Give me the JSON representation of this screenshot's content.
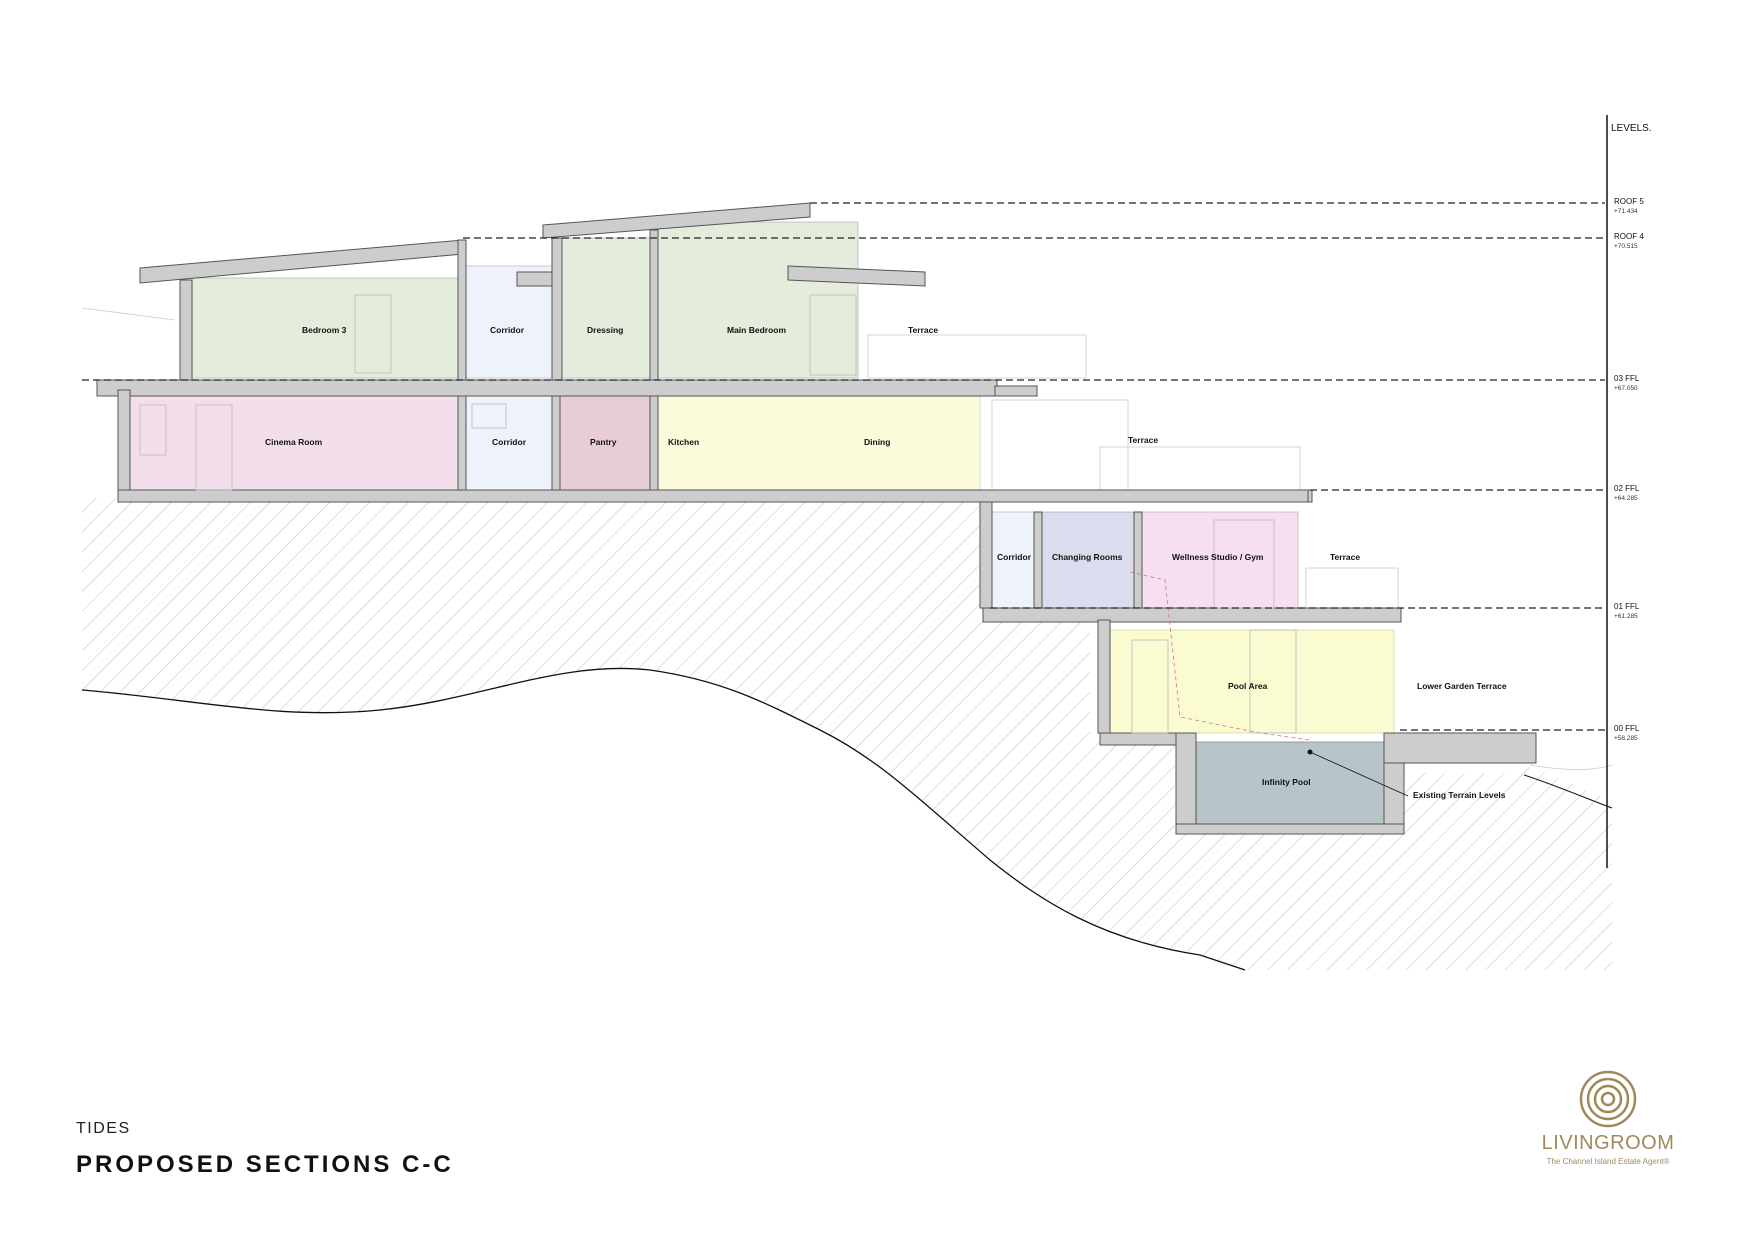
{
  "levels_header": "LEVELS.",
  "levels": [
    {
      "name": "ROOF 5",
      "value": "+71.434"
    },
    {
      "name": "ROOF 4",
      "value": "+70.515"
    },
    {
      "name": "03 FFL",
      "value": "+67.050"
    },
    {
      "name": "02 FFL",
      "value": "+64.285"
    },
    {
      "name": "01 FFL",
      "value": "+61.285"
    },
    {
      "name": "00 FFL",
      "value": "+58.285"
    }
  ],
  "rooms": {
    "bedroom3": "Bedroom 3",
    "corridor_top": "Corridor",
    "dressing": "Dressing",
    "main_bedroom": "Main Bedroom",
    "terrace_top": "Terrace",
    "cinema_room": "Cinema Room",
    "corridor_mid": "Corridor",
    "pantry": "Pantry",
    "kitchen": "Kitchen",
    "dining": "Dining",
    "terrace_mid": "Terrace",
    "corridor_low": "Corridor",
    "changing_rooms": "Changing Rooms",
    "wellness": "Wellness Studio / Gym",
    "terrace_low": "Terrace",
    "pool_area": "Pool Area",
    "lower_garden_terrace": "Lower Garden Terrace",
    "infinity_pool": "Infinity Pool",
    "existing_terrain": "Existing Terrain Levels"
  },
  "colors": {
    "bedroom": "#e4ecdb",
    "corridor": "#eef3fb",
    "cinema": "#f3dfec",
    "pantry": "#e8cdd9",
    "kitchen": "#fbfbdc",
    "changing": "#dcdcef",
    "wellness": "#f5dff0",
    "pool_area": "#fbfbd2",
    "pool": "#b7c4c8",
    "structure": "#cdcdcd",
    "brand": "#a08a5c"
  },
  "project_name": "TIDES",
  "sheet_title": "PROPOSED SECTIONS C-C",
  "brand": {
    "name": "LIVINGROOM",
    "tagline": "The Channel Island Estate Agent®"
  }
}
